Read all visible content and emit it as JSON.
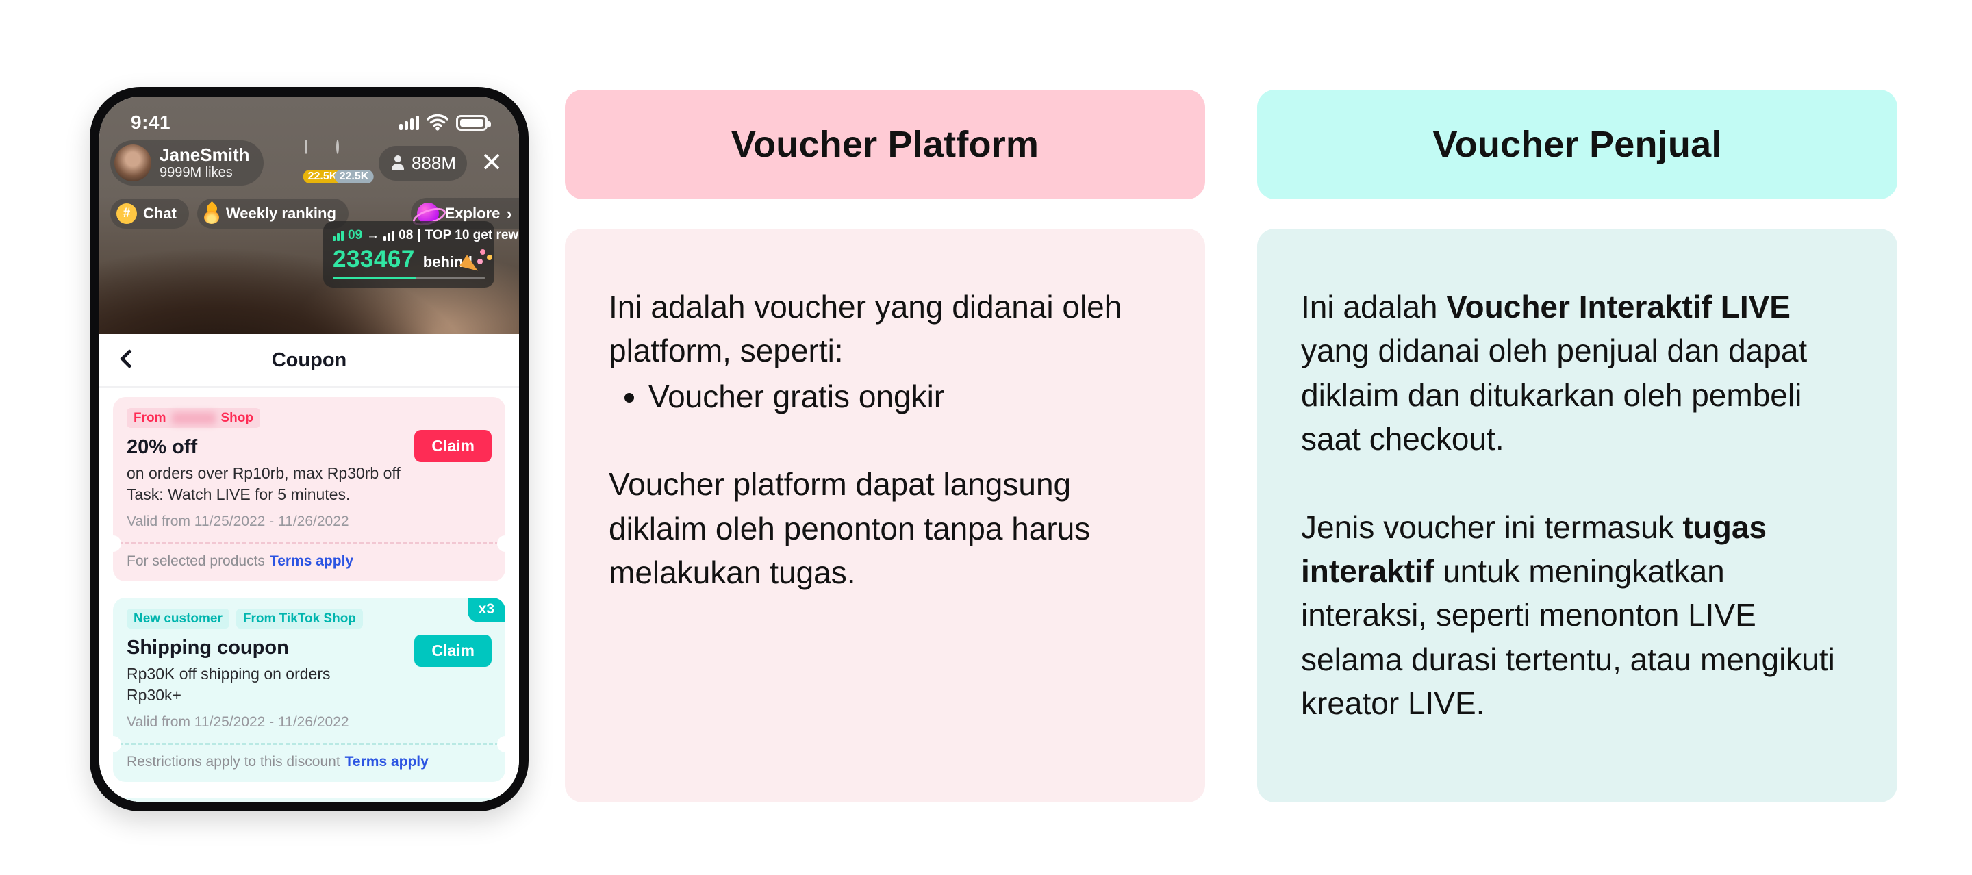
{
  "colors": {
    "accent_red": "#FE2C55",
    "accent_teal": "#00C6BF",
    "link_blue": "#2B54E2",
    "rank_green": "#31E6A3",
    "platform_title_bg": "#FFCBD5",
    "platform_body_bg": "#FCEDEF",
    "seller_title_bg": "#C2FBF4",
    "seller_body_bg": "#E1F3F2"
  },
  "icons": {
    "chat_glyph": "#",
    "close_glyph": "✕",
    "arrow_right": "→",
    "chevron_right": "›",
    "pipe": "|"
  },
  "phone": {
    "status": {
      "time": "9:41"
    },
    "header": {
      "name": "JaneSmith",
      "likes": "9999M likes",
      "gifter1": "22.5K",
      "gifter2": "22.5K",
      "viewers": "888M"
    },
    "nav": {
      "chat": "Chat",
      "weekly": "Weekly ranking",
      "explore": "Explore"
    },
    "ranking": {
      "current": "09",
      "next": "08",
      "prize": "TOP 10 get rew",
      "gap": "233467",
      "behind": "behind"
    },
    "coupon": {
      "title": "Coupon",
      "items": [
        {
          "tag_pre": "From",
          "tag_post": "Shop",
          "title": "20% off",
          "line1": "on orders over Rp10rb, max Rp30rb off",
          "line2": "Task: Watch LIVE for 5 minutes.",
          "valid": "Valid from 11/25/2022 - 11/26/2022",
          "claim": "Claim",
          "footer": "For selected products",
          "terms": "Terms apply"
        },
        {
          "multiplier": "x3",
          "tag1": "New customer",
          "tag2": "From TikTok Shop",
          "title": "Shipping coupon",
          "line1": "Rp30K off shipping on orders",
          "line2": "Rp30k+",
          "valid": "Valid from 11/25/2022 - 11/26/2022",
          "claim": "Claim",
          "footer": "Restrictions apply to this discount",
          "terms": "Terms apply"
        }
      ]
    }
  },
  "platform_card": {
    "title": "Voucher Platform",
    "p1": "Ini adalah voucher yang didanai oleh platform, seperti:",
    "bullet": "Voucher gratis ongkir",
    "p2": "Voucher platform dapat langsung diklaim oleh penonton tanpa harus melakukan tugas."
  },
  "seller_card": {
    "title": "Voucher Penjual",
    "p1_pre": "Ini adalah ",
    "p1_bold": "Voucher Interaktif LIVE",
    "p1_post": " yang didanai oleh penjual dan dapat diklaim dan ditukarkan oleh pembeli saat checkout.",
    "p2_pre": "Jenis voucher ini termasuk ",
    "p2_bold": "tugas interaktif",
    "p2_post": " untuk meningkatkan interaksi, seperti menonton LIVE selama durasi tertentu, atau mengikuti kreator LIVE."
  }
}
